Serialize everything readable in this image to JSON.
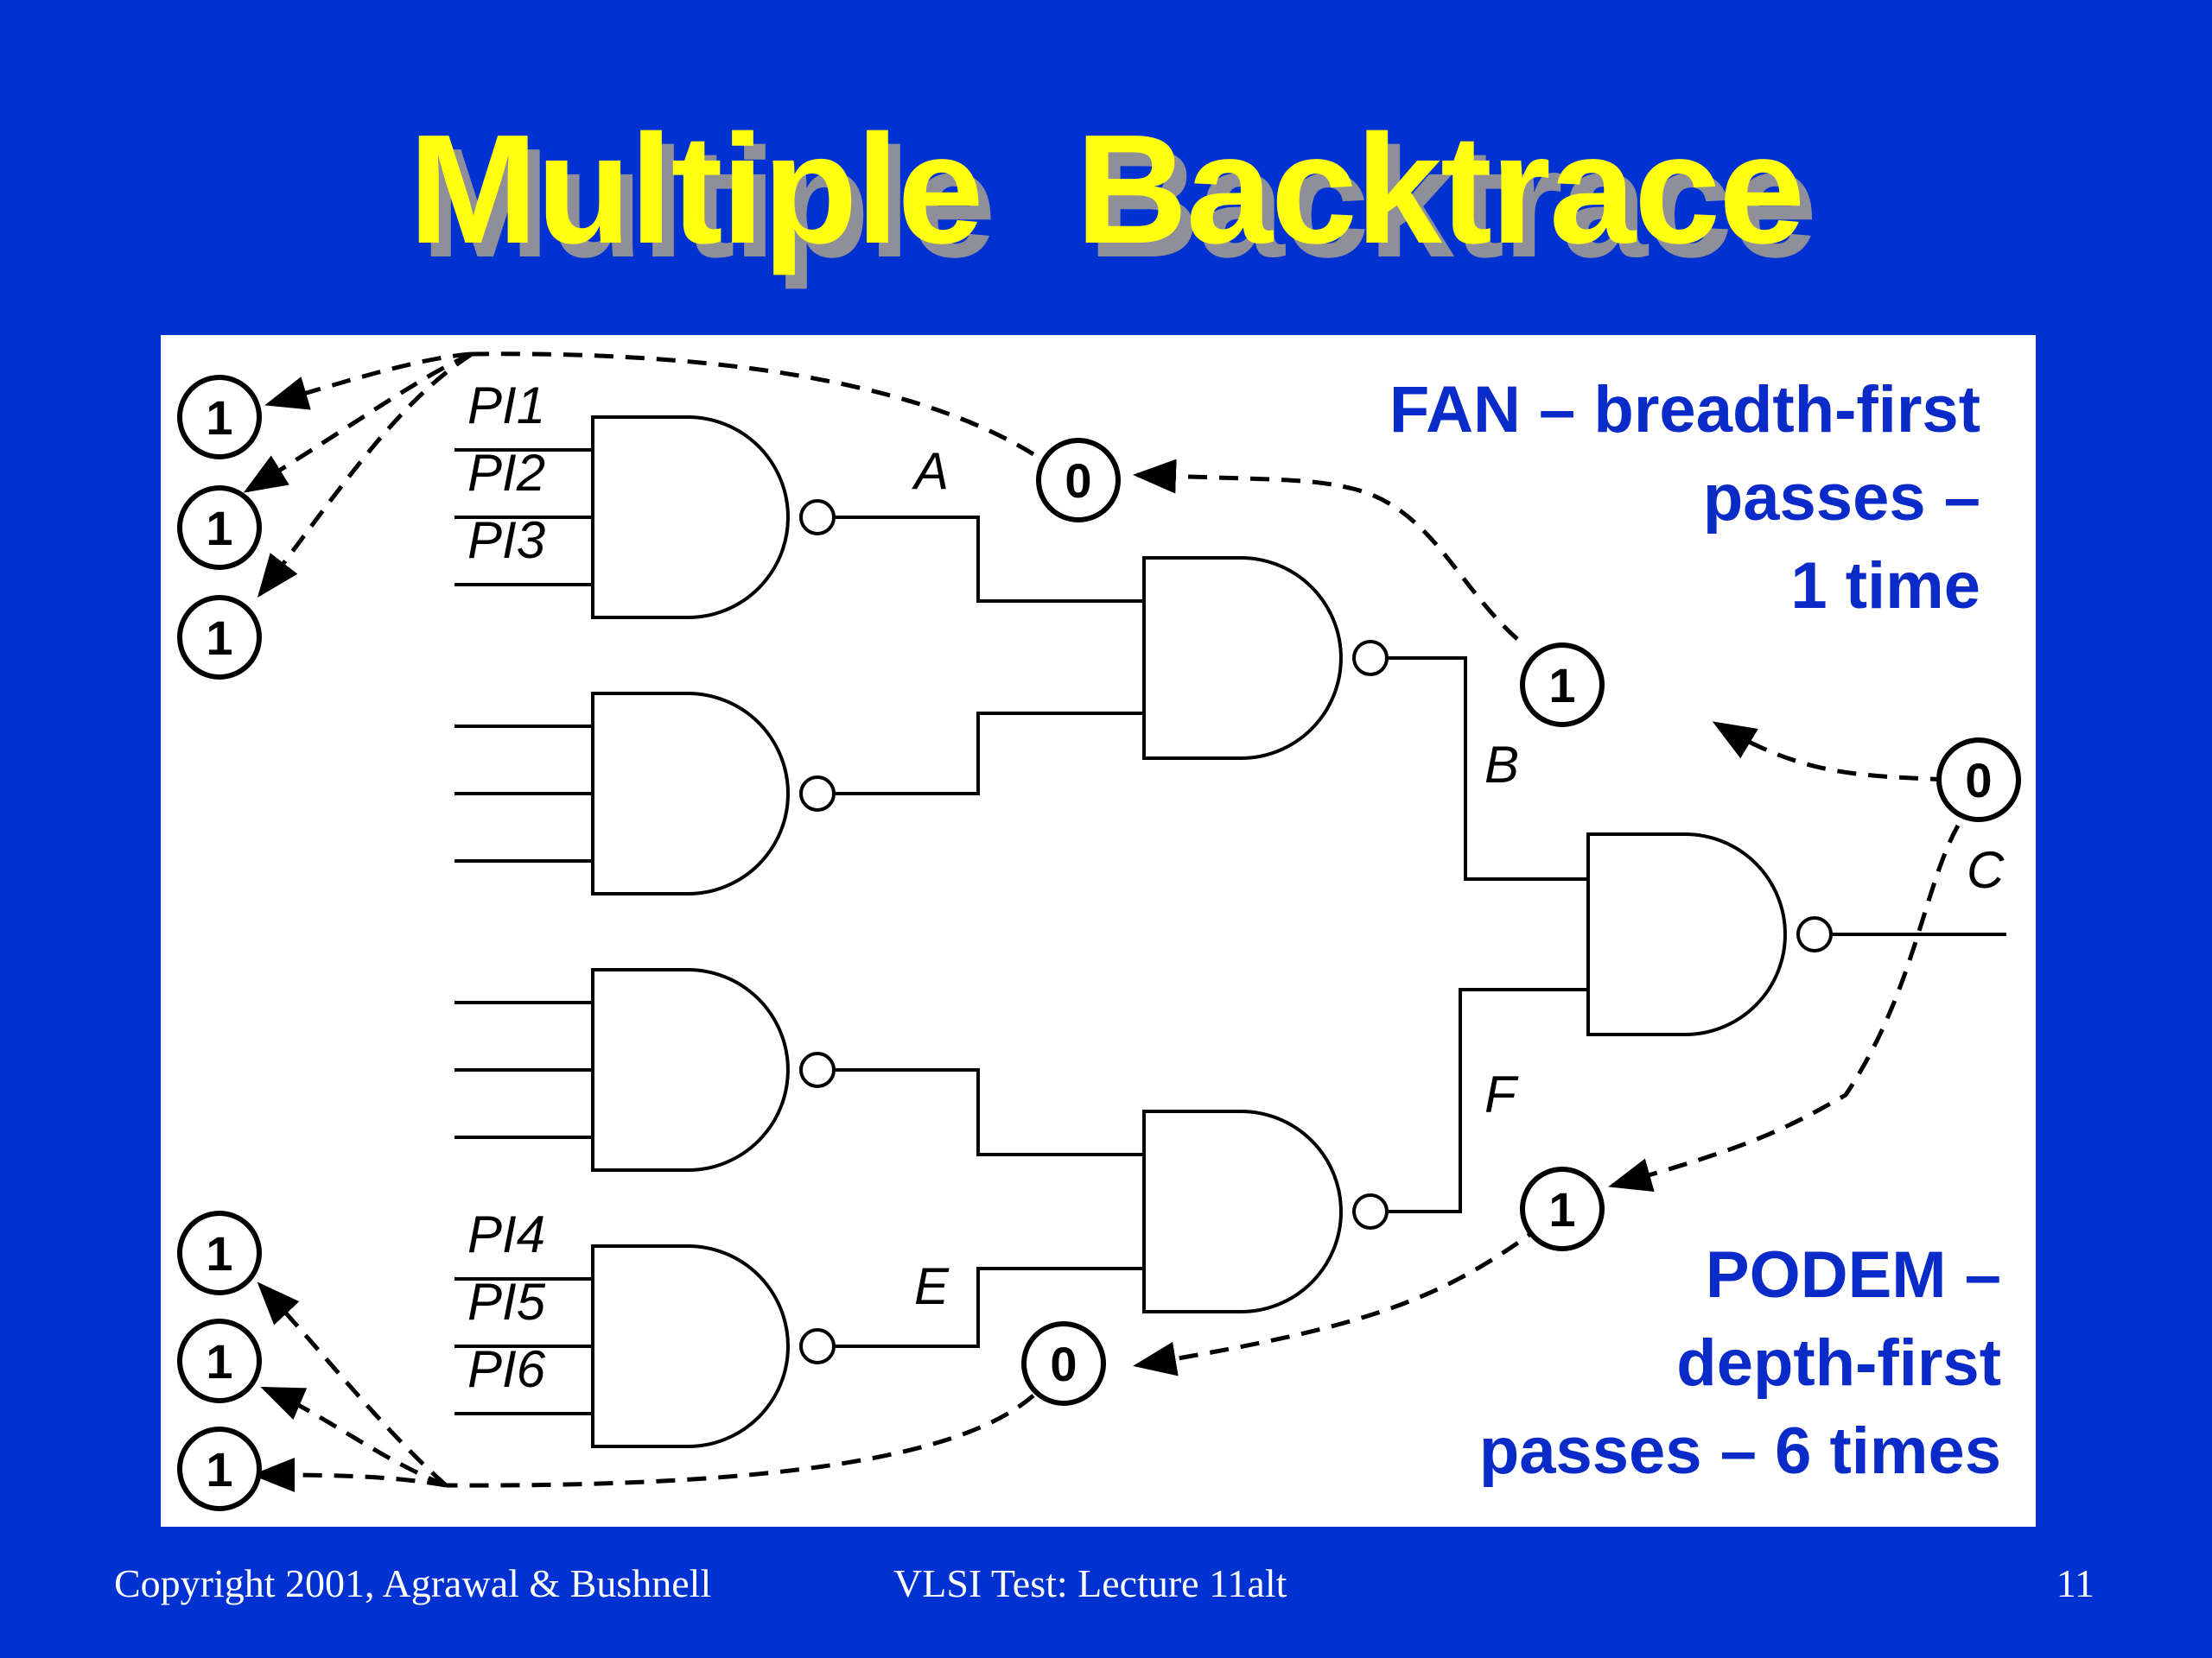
{
  "slide": {
    "title": "Multiple  Backtrace",
    "footer_left": "Copyright 2001, Agrawal & Bushnell",
    "footer_center": "VLSI Test: Lecture 11alt",
    "page_number": "11"
  },
  "diagram": {
    "input_labels": [
      "PI1",
      "PI2",
      "PI3",
      "PI4",
      "PI5",
      "PI6"
    ],
    "net_labels": {
      "a": "A",
      "b": "B",
      "c": "C",
      "e": "E",
      "f": "F"
    },
    "fan_values": {
      "top_pis": [
        "1",
        "1",
        "1"
      ],
      "node_a": "0",
      "node_b": "1",
      "node_c": "0"
    },
    "podem_values": {
      "bottom_pis": [
        "1",
        "1",
        "1"
      ],
      "node_f": "1",
      "node_e": "0"
    },
    "fan_note": [
      "FAN – breadth-first",
      "passes –",
      "1 time"
    ],
    "podem_note": [
      "PODEM –",
      "depth-first",
      "passes – 6 times"
    ]
  },
  "colors": {
    "background": "#0032d2",
    "title": "#ffff10",
    "title_shadow": "#8f8f9a",
    "note": "#0b2bc9"
  }
}
